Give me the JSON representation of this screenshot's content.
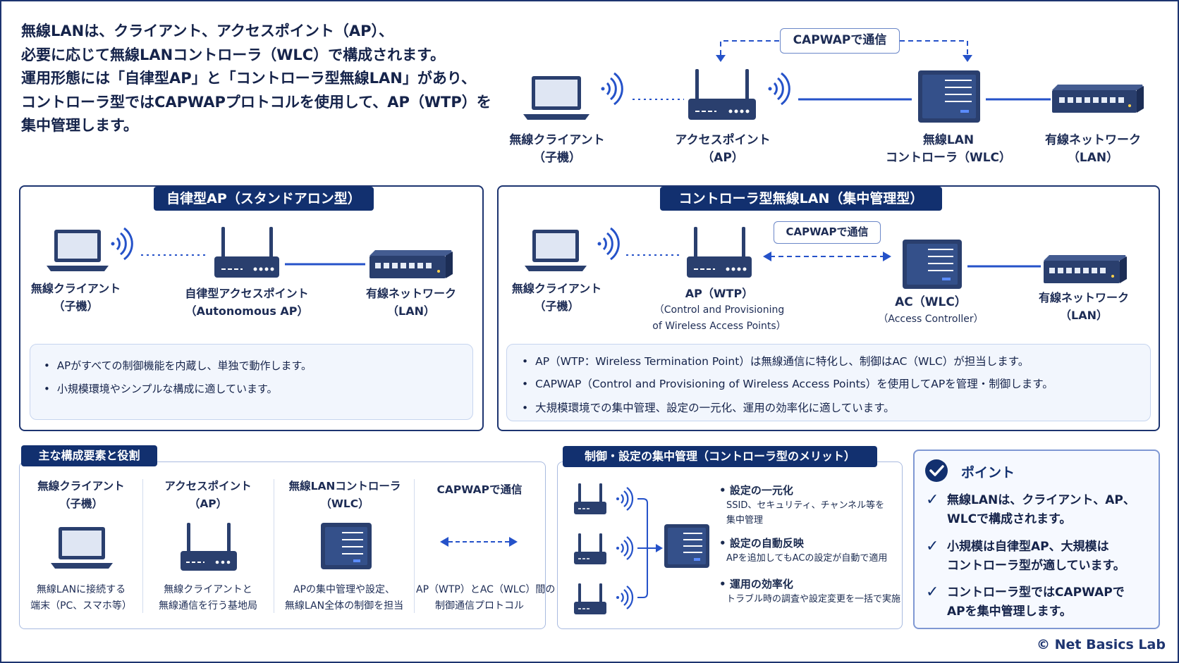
{
  "intro": {
    "lines": [
      "無線LANは、クライアント、アクセスポイント（AP）、",
      "必要に応じて無線LANコントローラ（WLC）で構成されます。",
      "運用形態には「自律型AP」と「コントローラ型無線LAN」があり、",
      "コントローラ型ではCAPWAPプロトコルを使用して、AP（WTP）を",
      "集中管理します。"
    ]
  },
  "top_diagram": {
    "capwap_label": "CAPWAPで通信",
    "client": [
      "無線クライアント",
      "（子機）"
    ],
    "ap": [
      "アクセスポイント",
      "（AP）"
    ],
    "wlc": [
      "無線LAN",
      "コントローラ（WLC）"
    ],
    "lan": [
      "有線ネットワーク",
      "（LAN）"
    ]
  },
  "autonomous": {
    "title": "自律型AP（スタンドアロン型）",
    "client": [
      "無線クライアント",
      "（子機）"
    ],
    "ap": [
      "自律型アクセスポイント",
      "（Autonomous AP）"
    ],
    "lan": [
      "有線ネットワーク",
      "（LAN）"
    ],
    "bullets": [
      "APがすべての制御機能を内蔵し、単独で動作します。",
      "小規模環境やシンプルな構成に適しています。"
    ]
  },
  "controller": {
    "title": "コントローラ型無線LAN（集中管理型）",
    "capwap_label": "CAPWAPで通信",
    "client": [
      "無線クライアント",
      "（子機）"
    ],
    "ap": [
      "AP（WTP）",
      "（Control and Provisioning",
      "of Wireless Access Points）"
    ],
    "ac": [
      "AC（WLC）",
      "（Access Controller）"
    ],
    "lan": [
      "有線ネットワーク",
      "（LAN）"
    ],
    "bullets": [
      "AP（WTP：Wireless Termination Point）は無線通信に特化し、制御はAC（WLC）が担当します。",
      "CAPWAP（Control and Provisioning of Wireless Access Points）を使用してAPを管理・制御します。",
      "大規模環境での集中管理、設定の一元化、運用の効率化に適しています。"
    ]
  },
  "components": {
    "title": "主な構成要素と役割",
    "items": [
      {
        "name": [
          "無線クライアント",
          "（子機）"
        ],
        "desc": [
          "無線LANに接続する",
          "端末（PC、スマホ等）"
        ]
      },
      {
        "name": [
          "アクセスポイント",
          "（AP）"
        ],
        "desc": [
          "無線クライアントと",
          "無線通信を行う基地局"
        ]
      },
      {
        "name": [
          "無線LANコントローラ",
          "（WLC）"
        ],
        "desc": [
          "APの集中管理や設定、",
          "無線LAN全体の制御を担当"
        ]
      },
      {
        "name": [
          "CAPWAPで通信"
        ],
        "desc": [
          "AP（WTP）とAC（WLC）間の",
          "制御通信プロトコル"
        ]
      }
    ]
  },
  "central": {
    "title": "制御・設定の集中管理（コントローラ型のメリット）",
    "items": [
      {
        "head": "設定の一元化",
        "desc": [
          "SSID、セキュリティ、チャンネル等を",
          "集中管理"
        ]
      },
      {
        "head": "設定の自動反映",
        "desc": [
          "APを追加してもACの設定が自動で適用"
        ]
      },
      {
        "head": "運用の効率化",
        "desc": [
          "トラブル時の調査や設定変更を一括で実施"
        ]
      }
    ]
  },
  "points": {
    "title": "ポイント",
    "items": [
      [
        "無線LANは、クライアント、AP、",
        "WLCで構成されます。"
      ],
      [
        "小規模は自律型AP、大規模は",
        "コントローラ型が適しています。"
      ],
      [
        "コントローラ型ではCAPWAPで",
        "APを集中管理します。"
      ]
    ]
  },
  "footer": {
    "copyright": "© Net Basics Lab"
  },
  "colors": {
    "navy": "#12306f",
    "accent": "#2b5ed8",
    "device": "#2a3f6e",
    "line": "#2552c9"
  }
}
